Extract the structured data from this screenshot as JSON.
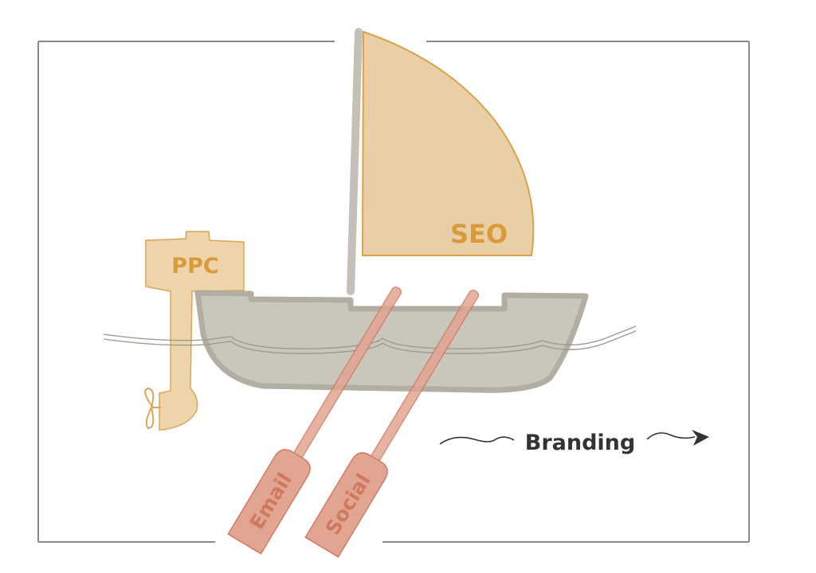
{
  "labels": {
    "sail": "SEO",
    "sign": "PPC",
    "oar_left": "Email",
    "oar_right": "Social",
    "direction": "Branding"
  },
  "colors": {
    "sail_fill": "#e9cfa5",
    "sail_stroke": "#d9a24a",
    "sail_text": "#d99a3c",
    "hull_fill": "#c7c3b9",
    "hull_stroke": "#aeaa9e",
    "mast": "#c4c0b8",
    "oar_fill": "#e2a592",
    "oar_stroke": "#d27a62",
    "oar_text": "#cf7a5f",
    "frame": "#8a8a8a",
    "branding_text": "#333333"
  }
}
